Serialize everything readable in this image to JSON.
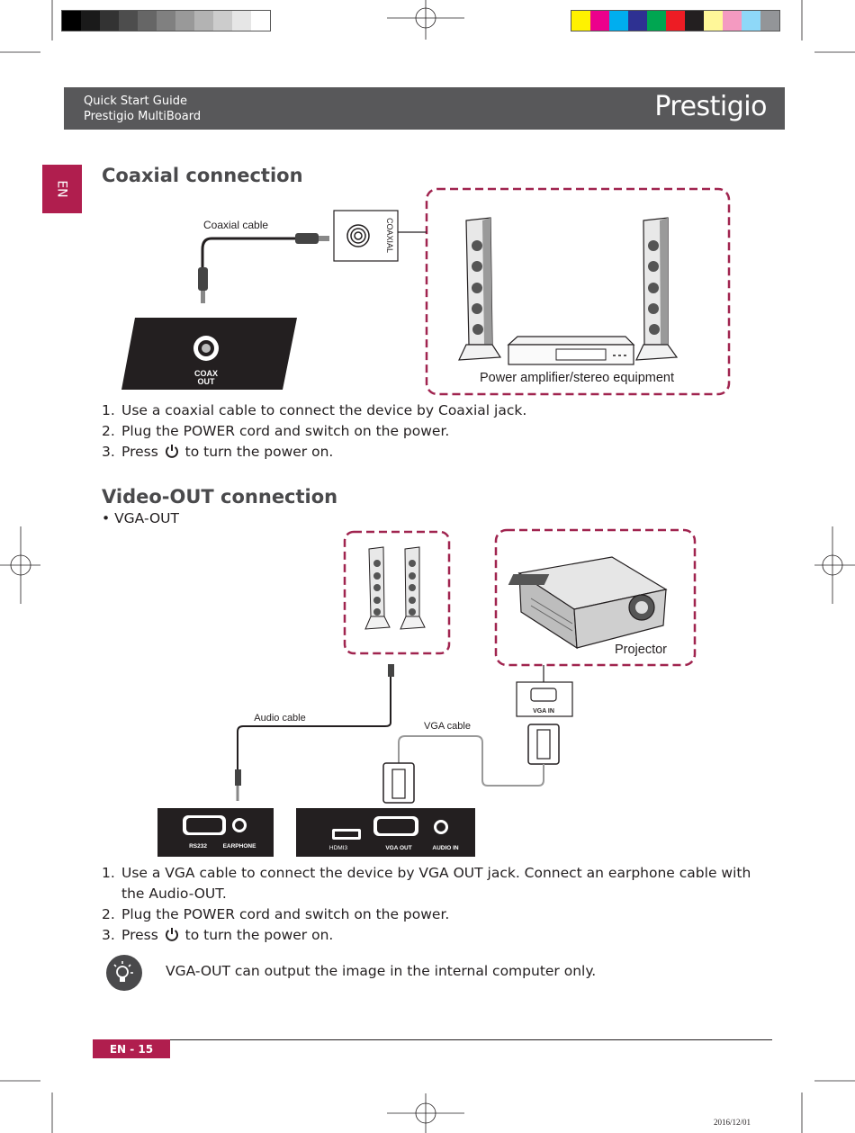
{
  "colors": {
    "accent": "#b01e4e",
    "header_band": "#58585a",
    "grayscale_bar": [
      "#000000",
      "#1a1a1a",
      "#333333",
      "#4d4d4d",
      "#666666",
      "#808080",
      "#999999",
      "#b3b3b3",
      "#cccccc",
      "#e6e6e6",
      "#ffffff"
    ],
    "color_bar": [
      "#fff200",
      "#ec008c",
      "#00aeef",
      "#2e3192",
      "#00a651",
      "#ed1c24",
      "#231f20",
      "#fff799",
      "#f49ac1",
      "#8ed8f8",
      "#939598"
    ]
  },
  "header": {
    "line1": "Quick Start Guide",
    "line2": "Prestigio MultiBoard",
    "brand": "Prestigio"
  },
  "lang_tab": "EN",
  "coaxial": {
    "title": "Coaxial connection",
    "cable_label": "Coaxial  cable",
    "port_label": "COAXIAL",
    "out_label_1": "COAX",
    "out_label_2": "OUT",
    "equipment_label": "Power amplifier/stereo equipment",
    "steps": [
      {
        "num": "1.",
        "text": "Use a coaxial cable to connect the device by Coaxial jack."
      },
      {
        "num": "2.",
        "text": "Plug the POWER cord and switch on the power."
      },
      {
        "num": "3.",
        "pre": "Press",
        "post": "to turn the power on."
      }
    ]
  },
  "video_out": {
    "title": "Video-OUT connection",
    "bullet": "• VGA-OUT",
    "projector_label": "Projector",
    "vga_in_label": "VGA IN",
    "audio_cable_label": "Audio cable",
    "vga_cable_label": "VGA cable",
    "port_rs232": "RS232",
    "port_earphone": "EARPHONE",
    "port_hdmi": "HDMI3",
    "port_vga_out": "VGA OUT",
    "port_audio_in": "AUDIO IN",
    "steps": [
      {
        "num": "1.",
        "text": "Use a VGA cable to connect the device by VGA OUT jack. Connect an earphone cable with",
        "cont": "the Audio-OUT."
      },
      {
        "num": "2.",
        "text": "Plug the POWER cord and switch on the power."
      },
      {
        "num": "3.",
        "pre": "Press",
        "post": "to turn the power on."
      }
    ],
    "tip": "VGA-OUT can output the image in the internal computer only."
  },
  "footer": {
    "page": "EN - 15",
    "date": "2016/12/01"
  }
}
